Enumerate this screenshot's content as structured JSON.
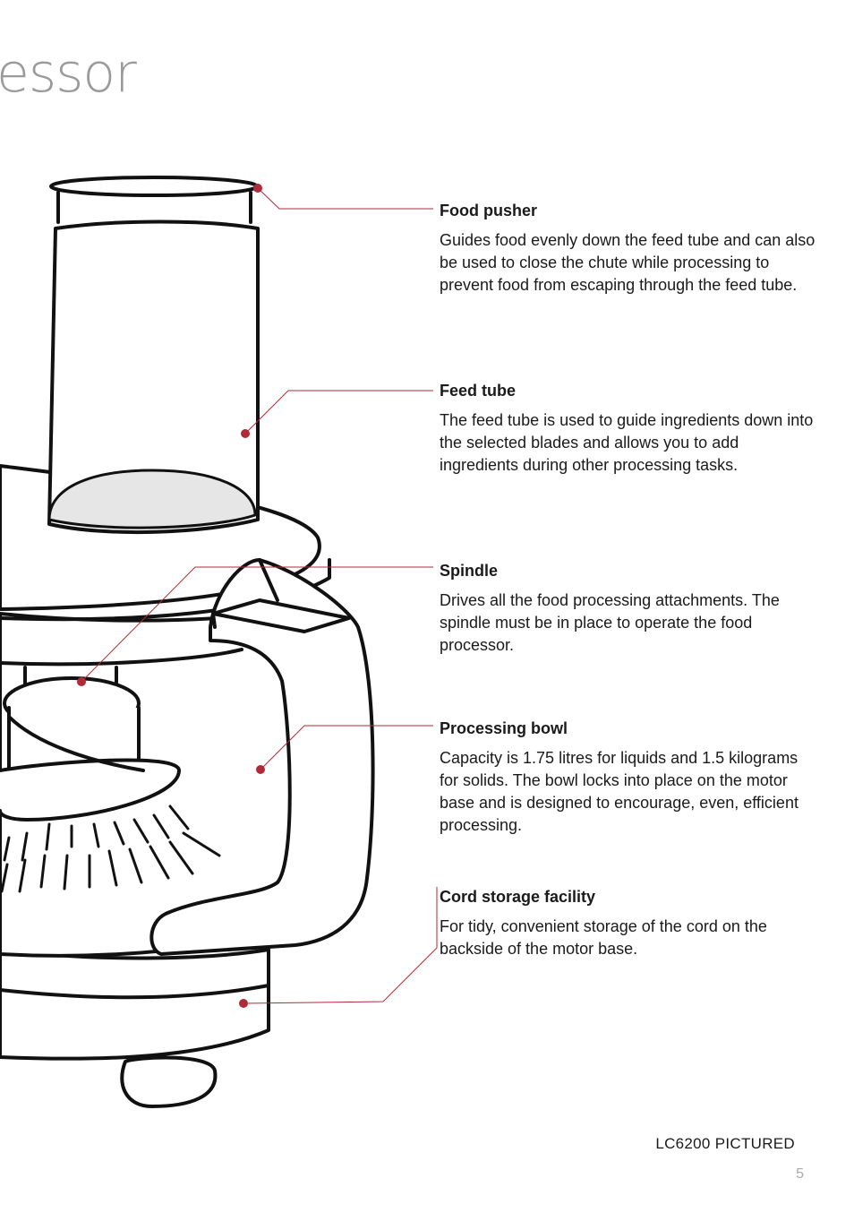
{
  "page": {
    "title": "essor",
    "footer_note": "LC6200 PICTURED",
    "page_number": "5",
    "accent_color": "#b02a37",
    "line_color": "#111111",
    "fill_color": "#e6e6e6"
  },
  "callouts": [
    {
      "heading": "Food pusher",
      "text": "Guides food evenly down the feed tube and can also be used to close the chute while processing to prevent food from escaping through the feed tube."
    },
    {
      "heading": "Feed tube",
      "text": "The feed tube is used to guide ingredients down into the selected blades and allows you to add ingredients during other processing tasks."
    },
    {
      "heading": "Spindle",
      "text": "Drives all the food processing attachments. The spindle must be in place to operate the food processor."
    },
    {
      "heading": "Processing bowl",
      "text": "Capacity is 1.75 litres for liquids and 1.5 kilograms for solids. The bowl locks into place on the motor base and is designed to encourage, even, efficient processing."
    },
    {
      "heading": "Cord storage facility",
      "text": "For tidy, convenient storage of the cord on the backside of the motor base."
    }
  ]
}
